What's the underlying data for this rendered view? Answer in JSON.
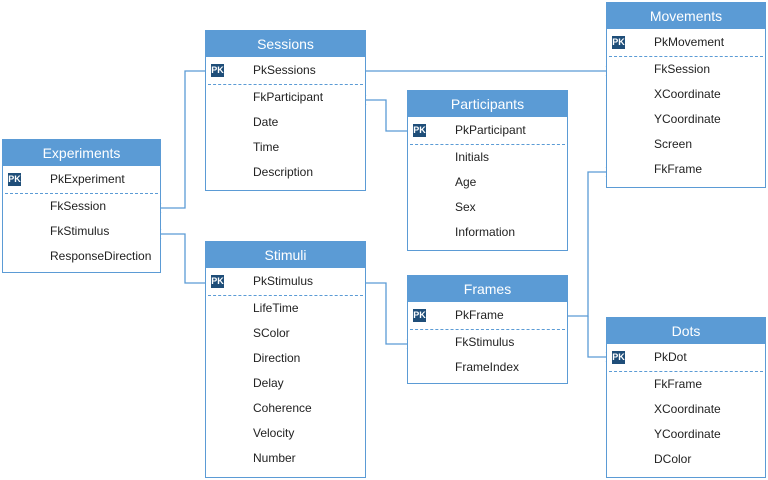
{
  "pk_label": "PK",
  "tables": {
    "experiments": {
      "title": "Experiments",
      "pk": "PkExperiment",
      "fields": [
        "FkSession",
        "FkStimulus",
        "ResponseDirection"
      ]
    },
    "sessions": {
      "title": "Sessions",
      "pk": "PkSessions",
      "fields": [
        "FkParticipant",
        "Date",
        "Time",
        "Description"
      ]
    },
    "participants": {
      "title": "Participants",
      "pk": "PkParticipant",
      "fields": [
        "Initials",
        "Age",
        "Sex",
        "Information"
      ]
    },
    "movements": {
      "title": "Movements",
      "pk": "PkMovement",
      "fields": [
        "FkSession",
        "XCoordinate",
        "YCoordinate",
        "Screen",
        "FkFrame"
      ]
    },
    "stimuli": {
      "title": "Stimuli",
      "pk": "PkStimulus",
      "fields": [
        "LifeTime",
        "SColor",
        "Direction",
        "Delay",
        "Coherence",
        "Velocity",
        "Number"
      ]
    },
    "frames": {
      "title": "Frames",
      "pk": "PkFrame",
      "fields": [
        "FkStimulus",
        "FrameIndex"
      ]
    },
    "dots": {
      "title": "Dots",
      "pk": "PkDot",
      "fields": [
        "FkFrame",
        "XCoordinate",
        "YCoordinate",
        "DColor"
      ]
    }
  },
  "colors": {
    "header": "#5b9bd5",
    "pk_badge": "#1f4e79",
    "line": "#5b9bd5"
  }
}
